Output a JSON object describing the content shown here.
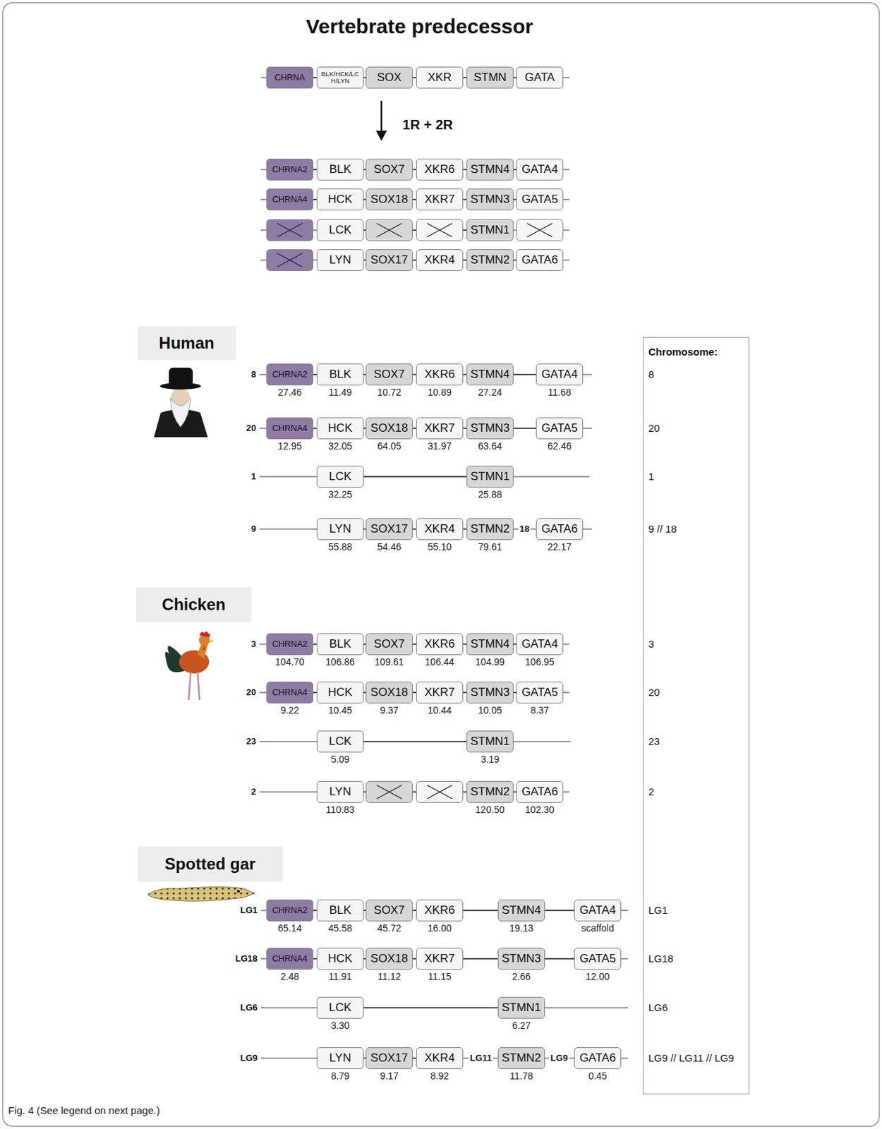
{
  "diagram": {
    "title": "Vertebrate predecessor",
    "caption": "Fig. 4 (See legend on next page.)",
    "nodes": [
      {
        "text": [
          "CHRNA"
        ]
      },
      {
        "text": [
          "BLK/HCK/LCH/LYN"
        ]
      },
      {
        "text": [
          "SOX"
        ]
      },
      {
        "text": [
          "XKR"
        ]
      },
      {
        "text": [
          "STMN"
        ]
      },
      {
        "text": [
          "GATA"
        ]
      },
      {
        "text": [
          "CHRNA2"
        ]
      },
      {
        "text": [
          "BLK"
        ]
      },
      {
        "text": [
          "SOX7"
        ]
      },
      {
        "text": [
          "XKR6"
        ]
      },
      {
        "text": [
          "STMN4"
        ]
      },
      {
        "text": [
          "GATA4"
        ]
      },
      {
        "text": [
          "CHRNA4"
        ]
      },
      {
        "text": [
          "HCK"
        ]
      },
      {
        "text": [
          "SOX18"
        ]
      },
      {
        "text": [
          "XKR7"
        ]
      },
      {
        "text": [
          "STMN3"
        ]
      },
      {
        "text": [
          "GATA5"
        ]
      },
      {
        "text": [
          "LCK"
        ]
      },
      {
        "text": [
          "STMN1"
        ]
      },
      {
        "text": [
          "LYN"
        ]
      },
      {
        "text": [
          "SOX17"
        ]
      },
      {
        "text": [
          "XKR4"
        ]
      },
      {
        "text": [
          "STMN2"
        ]
      },
      {
        "text": [
          "GATA6"
        ]
      },
      {
        "text": [
          "CHRNA2",
          "27.46"
        ]
      },
      {
        "text": [
          "BLK",
          "11.49"
        ]
      },
      {
        "text": [
          "SOX7",
          "10.72"
        ]
      },
      {
        "text": [
          "XKR6",
          "10.89"
        ]
      },
      {
        "text": [
          "STMN4",
          "27.24"
        ]
      },
      {
        "text": [
          "GATA4",
          "11.68"
        ]
      },
      {
        "text": [
          "CHRNA4",
          "12.95"
        ]
      },
      {
        "text": [
          "HCK",
          "32.05"
        ]
      },
      {
        "text": [
          "SOX18",
          "64.05"
        ]
      },
      {
        "text": [
          "XKR7",
          "31.97"
        ]
      },
      {
        "text": [
          "STMN3",
          "63.64"
        ]
      },
      {
        "text": [
          "GATA5",
          "62.46"
        ]
      },
      {
        "text": [
          "LCK",
          "32.25"
        ]
      },
      {
        "text": [
          "STMN1",
          "25.88"
        ]
      },
      {
        "text": [
          "LYN",
          "55.88"
        ]
      },
      {
        "text": [
          "SOX17",
          "54.46"
        ]
      },
      {
        "text": [
          "XKR4",
          "55.10"
        ]
      },
      {
        "text": [
          "STMN2",
          "79.61"
        ]
      },
      {
        "text": [
          "GATA6",
          "22.17"
        ]
      },
      {
        "text": [
          "CHRNA2",
          "104.70"
        ]
      },
      {
        "text": [
          "BLK",
          "106.86"
        ]
      },
      {
        "text": [
          "SOX7",
          "109.61"
        ]
      },
      {
        "text": [
          "XKR6",
          "106.44"
        ]
      },
      {
        "text": [
          "STMN4",
          "104.99"
        ]
      },
      {
        "text": [
          "GATA4",
          "106.95"
        ]
      },
      {
        "text": [
          "CHRNA4",
          "9.22"
        ]
      },
      {
        "text": [
          "HCK",
          "10.45"
        ]
      },
      {
        "text": [
          "SOX18",
          "9.37"
        ]
      },
      {
        "text": [
          "XKR7",
          "10.44"
        ]
      },
      {
        "text": [
          "STMN3",
          "10.05"
        ]
      },
      {
        "text": [
          "GATA5",
          "8.37"
        ]
      },
      {
        "text": [
          "LCK",
          "5.09"
        ]
      },
      {
        "text": [
          "STMN1",
          "3.19"
        ]
      },
      {
        "text": [
          "LYN",
          "110.83"
        ]
      },
      {
        "text": [
          "STMN2",
          "120.50"
        ]
      },
      {
        "text": [
          "GATA6",
          "102.30"
        ]
      },
      {
        "text": [
          "CHRNA2",
          "65.14"
        ]
      },
      {
        "text": [
          "BLK",
          "45.58"
        ]
      },
      {
        "text": [
          "SOX7",
          "45.72"
        ]
      },
      {
        "text": [
          "XKR6",
          "16.00"
        ]
      },
      {
        "text": [
          "STMN4",
          "19.13"
        ]
      },
      {
        "text": [
          "GATA4",
          "scaffold"
        ]
      },
      {
        "text": [
          "CHRNA4",
          "2.48"
        ]
      },
      {
        "text": [
          "HCK",
          "11.91"
        ]
      },
      {
        "text": [
          "SOX18",
          "11.12"
        ]
      },
      {
        "text": [
          "XKR7",
          "11.15"
        ]
      },
      {
        "text": [
          "STMN3",
          "2.66"
        ]
      },
      {
        "text": [
          "GATA5",
          "12.00"
        ]
      },
      {
        "text": [
          "LCK",
          "3.30"
        ]
      },
      {
        "text": [
          "STMN1",
          "6.27"
        ]
      },
      {
        "text": [
          "LYN",
          "8.79"
        ]
      },
      {
        "text": [
          "SOX17",
          "9.17"
        ]
      },
      {
        "text": [
          "XKR4",
          "8.92"
        ]
      },
      {
        "text": [
          "STMN2",
          "11.78"
        ]
      },
      {
        "text": [
          "GATA6",
          "0.45"
        ]
      },
      {
        "text": [
          "Chromosome:",
          "8",
          "20",
          "1",
          "9 // 18",
          "3",
          "20",
          "23",
          "2",
          "LG1",
          "LG18",
          "LG6",
          "LG9 // LG11 // LG9"
        ]
      }
    ],
    "edges": [
      {
        "from": 0,
        "to": 1,
        "arrow": "none"
      },
      {
        "from": 1,
        "to": 2,
        "arrow": "none"
      },
      {
        "from": 2,
        "to": 3,
        "arrow": "none"
      },
      {
        "from": 3,
        "to": 4,
        "arrow": "none"
      },
      {
        "from": 4,
        "to": 5,
        "arrow": "none"
      },
      {
        "from": 6,
        "to": 7,
        "arrow": "none"
      },
      {
        "from": 7,
        "to": 8,
        "arrow": "none"
      },
      {
        "from": 8,
        "to": 9,
        "arrow": "none"
      },
      {
        "from": 9,
        "to": 10,
        "arrow": "none"
      },
      {
        "from": 10,
        "to": 11,
        "arrow": "none"
      },
      {
        "from": 12,
        "to": 13,
        "arrow": "none"
      },
      {
        "from": 13,
        "to": 14,
        "arrow": "none"
      },
      {
        "from": 14,
        "to": 15,
        "arrow": "none"
      },
      {
        "from": 15,
        "to": 16,
        "arrow": "none"
      },
      {
        "from": 16,
        "to": 17,
        "arrow": "none"
      },
      {
        "from": 18,
        "to": 19,
        "arrow": "none"
      },
      {
        "from": 20,
        "to": 21,
        "arrow": "none"
      },
      {
        "from": 21,
        "to": 22,
        "arrow": "none"
      },
      {
        "from": 22,
        "to": 23,
        "arrow": "none"
      },
      {
        "from": 23,
        "to": 24,
        "arrow": "none"
      },
      {
        "from": 25,
        "to": 26,
        "arrow": "none"
      },
      {
        "from": 26,
        "to": 27,
        "arrow": "none"
      },
      {
        "from": 27,
        "to": 28,
        "arrow": "none"
      },
      {
        "from": 28,
        "to": 29,
        "arrow": "none"
      },
      {
        "from": 29,
        "to": 30,
        "arrow": "none"
      },
      {
        "from": 31,
        "to": 32,
        "arrow": "none"
      },
      {
        "from": 32,
        "to": 33,
        "arrow": "none"
      },
      {
        "from": 33,
        "to": 34,
        "arrow": "none"
      },
      {
        "from": 34,
        "to": 35,
        "arrow": "none"
      },
      {
        "from": 35,
        "to": 36,
        "arrow": "none"
      },
      {
        "from": 37,
        "to": 38,
        "arrow": "none"
      },
      {
        "from": 39,
        "to": 40,
        "arrow": "none"
      },
      {
        "from": 40,
        "to": 41,
        "arrow": "none"
      },
      {
        "from": 41,
        "to": 42,
        "arrow": "none"
      },
      {
        "from": 44,
        "to": 45,
        "arrow": "none"
      },
      {
        "from": 45,
        "to": 46,
        "arrow": "none"
      },
      {
        "from": 46,
        "to": 47,
        "arrow": "none"
      },
      {
        "from": 47,
        "to": 48,
        "arrow": "none"
      },
      {
        "from": 48,
        "to": 49,
        "arrow": "none"
      },
      {
        "from": 50,
        "to": 51,
        "arrow": "none"
      },
      {
        "from": 51,
        "to": 52,
        "arrow": "none"
      },
      {
        "from": 52,
        "to": 53,
        "arrow": "none"
      },
      {
        "from": 53,
        "to": 54,
        "arrow": "none"
      },
      {
        "from": 54,
        "to": 55,
        "arrow": "none"
      },
      {
        "from": 56,
        "to": 57,
        "arrow": "none"
      },
      {
        "from": 58,
        "to": 59,
        "arrow": "none"
      },
      {
        "from": 59,
        "to": 60,
        "arrow": "none"
      },
      {
        "from": 61,
        "to": 62,
        "arrow": "none"
      },
      {
        "from": 62,
        "to": 63,
        "arrow": "none"
      },
      {
        "from": 63,
        "to": 64,
        "arrow": "none"
      },
      {
        "from": 64,
        "to": 65,
        "arrow": "none"
      },
      {
        "from": 65,
        "to": 66,
        "arrow": "none"
      },
      {
        "from": 67,
        "to": 68,
        "arrow": "none"
      },
      {
        "from": 68,
        "to": 69,
        "arrow": "none"
      },
      {
        "from": 69,
        "to": 70,
        "arrow": "none"
      },
      {
        "from": 70,
        "to": 71,
        "arrow": "none"
      },
      {
        "from": 71,
        "to": 72,
        "arrow": "none"
      },
      {
        "from": 73,
        "to": 74,
        "arrow": "none"
      },
      {
        "from": 75,
        "to": 76,
        "arrow": "none"
      },
      {
        "from": 76,
        "to": 77,
        "arrow": "none"
      }
    ],
    "labels": [
      "1R + 2R",
      "Human",
      "8",
      "20",
      "1",
      "9",
      "18",
      "Chicken",
      "3",
      "20",
      "23",
      "2",
      "Spotted gar",
      "LG1",
      "LG18",
      "LG6",
      "LG9",
      "LG11",
      "LG9"
    ]
  }
}
